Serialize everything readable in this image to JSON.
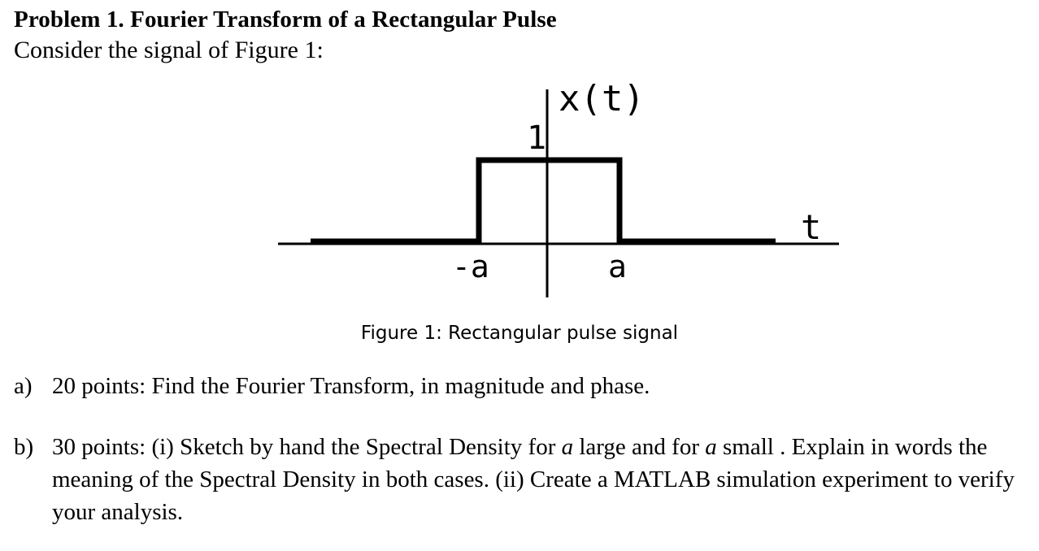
{
  "problem": {
    "title": "Problem 1. Fourier Transform of a Rectangular Pulse",
    "intro": "Consider the signal of Figure 1:"
  },
  "figure": {
    "signal_label": "x(t)",
    "amplitude_label": "1",
    "time_label": "t",
    "neg_edge_label": "-a",
    "pos_edge_label": "a",
    "caption": "Figure 1: Rectangular pulse signal"
  },
  "parts": {
    "a": {
      "marker": "a)",
      "text": "20 points: Find the Fourier Transform, in magnitude and phase."
    },
    "b": {
      "marker": "b)",
      "text_1": "30 points: (i) Sketch by hand the Spectral Density for ",
      "var_1": "a",
      "text_2": " large  and for ",
      "var_2": "a",
      "text_3": " small . Explain in words the meaning of the Spectral Density in both cases. (ii) Create a MATLAB simulation experiment to verify your analysis."
    }
  }
}
